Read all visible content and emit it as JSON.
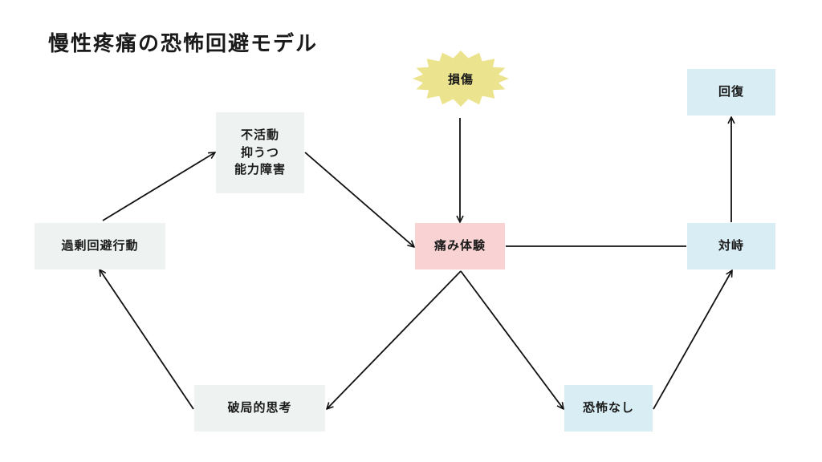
{
  "title": "慢性疼痛の恐怖回避モデル",
  "nodes": {
    "injury": "損傷",
    "pain_experience": "痛み体験",
    "catastrophizing": "破局的思考",
    "excessive_avoidance": "過剰回避行動",
    "disuse": [
      "不活動",
      "抑うつ",
      "能力障害"
    ],
    "no_fear": "恐怖なし",
    "confrontation": "対峙",
    "recovery": "回復"
  },
  "colors": {
    "avoidance_path": "#eef3f1",
    "recovery_path": "#d9eef4",
    "pain_node": "#f9d3d3",
    "injury_burst": "#ece38e",
    "arrow": "#111111"
  },
  "icons": {
    "injury_shape": "starburst"
  },
  "links": [
    {
      "from": "injury",
      "to": "pain_experience",
      "arrow": true
    },
    {
      "from": "pain_experience",
      "to": "catastrophizing",
      "arrow": true
    },
    {
      "from": "catastrophizing",
      "to": "excessive_avoidance",
      "arrow": true
    },
    {
      "from": "excessive_avoidance",
      "to": "disuse",
      "arrow": true
    },
    {
      "from": "disuse",
      "to": "pain_experience",
      "arrow": true
    },
    {
      "from": "pain_experience",
      "to": "no_fear",
      "arrow": true
    },
    {
      "from": "no_fear",
      "to": "confrontation",
      "arrow": true
    },
    {
      "from": "confrontation",
      "to": "recovery",
      "arrow": true
    },
    {
      "from": "pain_experience",
      "to": "confrontation",
      "arrow": false
    }
  ]
}
